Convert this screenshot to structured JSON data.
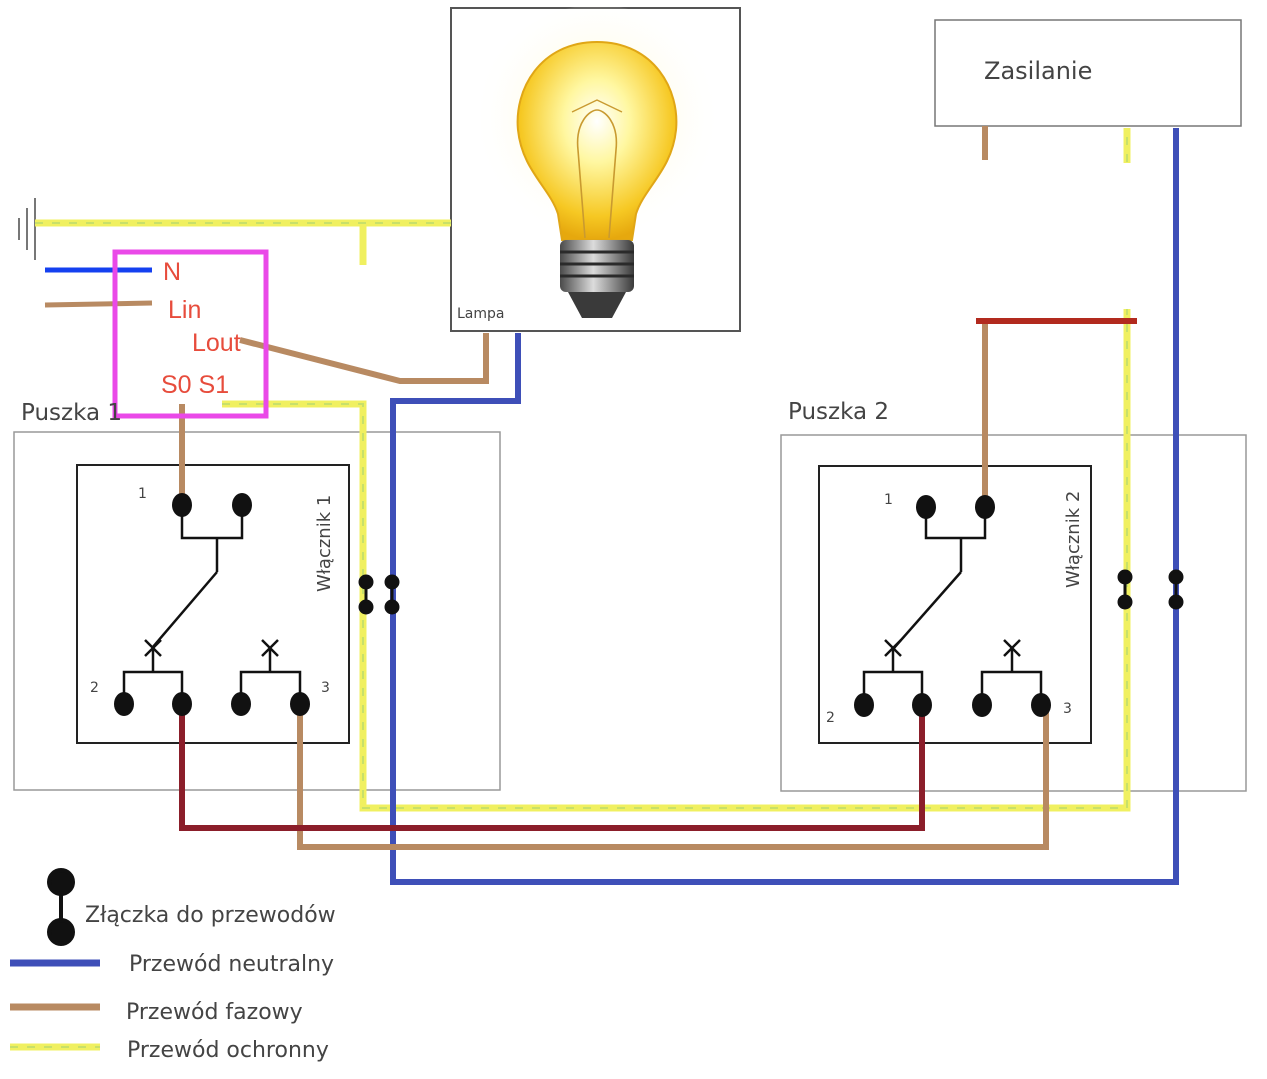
{
  "colors": {
    "neutral": "#3e4fb8",
    "phase": "#b88a62",
    "protective": "#f0f060",
    "protective_stripe": "#c8e06a",
    "traveler": "#8b1e2a",
    "annotation": "#ea49e8",
    "annotation_text": "#e74c3c",
    "bright_blue": "#1440f0",
    "bar_red": "#b22a1e"
  },
  "labels": {
    "supply": "Zasilanie",
    "lamp": "Lampa",
    "box1": "Puszka 1",
    "box2": "Puszka 2",
    "switch1": "Włącznik 1",
    "switch2": "Włącznik 2",
    "t1": "1",
    "t2": "2",
    "t3": "3"
  },
  "annotation": {
    "n": "N",
    "lin": "Lin",
    "lout": "Lout",
    "s0s1": "S0 S1"
  },
  "legend": {
    "connector": "Złączka do przewodów",
    "neutral": "Przewód neutralny",
    "phase": "Przewód fazowy",
    "protective": "Przewód ochronny"
  },
  "icons": [
    "lightbulb-icon",
    "ground-icon",
    "connector-icon"
  ]
}
